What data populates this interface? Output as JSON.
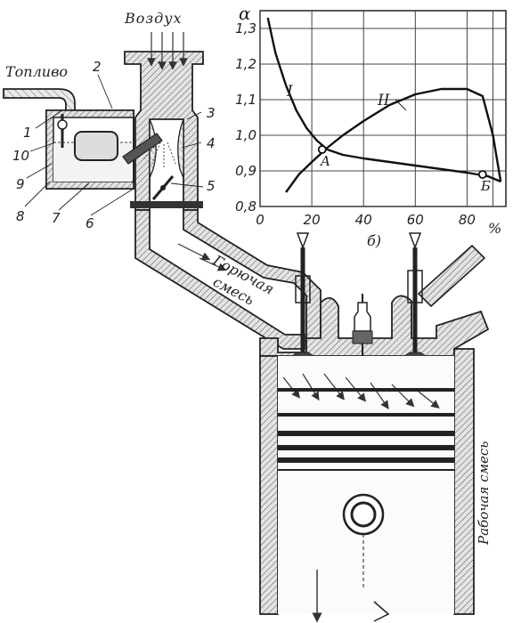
{
  "labels": {
    "fuel": "Топливо",
    "air": "Воздух",
    "mixture_line1": "Горючая",
    "mixture_line2": "смесь",
    "working_mixture": "Рабочая смесь"
  },
  "part_numbers": [
    "1",
    "2",
    "3",
    "4",
    "5",
    "6",
    "7",
    "8",
    "9",
    "10"
  ],
  "chart_data": {
    "type": "line",
    "title": "",
    "subtitle": "б)",
    "xlabel": "%",
    "ylabel": "α",
    "xlim": [
      0,
      95
    ],
    "ylim": [
      0.8,
      1.35
    ],
    "x_ticks": [
      "0",
      "20",
      "40",
      "60",
      "80"
    ],
    "y_ticks": [
      "0,8",
      "0,9",
      "1,0",
      "1,1",
      "1,2",
      "1,3"
    ],
    "grid": true,
    "series": [
      {
        "name": "I",
        "x": [
          3,
          6,
          10,
          14,
          18,
          22,
          26,
          32,
          40,
          50,
          60,
          70,
          80,
          88,
          93
        ],
        "y": [
          1.33,
          1.23,
          1.14,
          1.07,
          1.02,
          0.985,
          0.96,
          0.945,
          0.935,
          0.925,
          0.915,
          0.905,
          0.895,
          0.885,
          0.87
        ]
      },
      {
        "name": "II",
        "x": [
          10,
          15,
          20,
          26,
          32,
          40,
          50,
          60,
          70,
          80,
          86,
          90,
          93
        ],
        "y": [
          0.84,
          0.89,
          0.925,
          0.965,
          1.0,
          1.04,
          1.085,
          1.115,
          1.13,
          1.13,
          1.11,
          1.0,
          0.87
        ]
      }
    ],
    "points": [
      {
        "label": "А",
        "x": 24,
        "y": 0.96
      },
      {
        "label": "Б",
        "x": 86,
        "y": 0.89
      }
    ]
  }
}
